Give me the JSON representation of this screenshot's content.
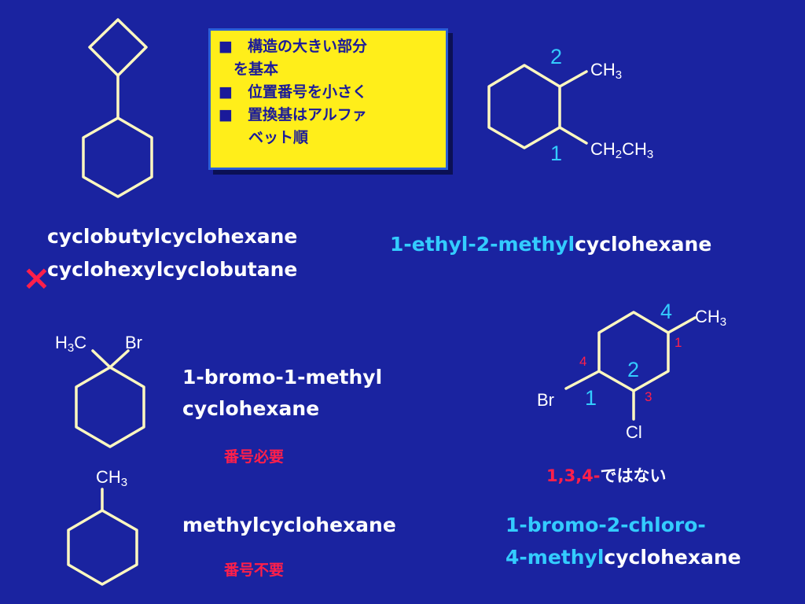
{
  "rules_box": {
    "line1": "■　構造の大きい部分",
    "line2": "　を基本",
    "line3": "■　位置番号を小さく",
    "line4": "■　置換基はアルファ",
    "line5": "　　ベット順"
  },
  "cyclobutyl": {
    "name_correct": "cyclobutylcyclohexane",
    "name_wrong": "cyclohexylcyclobutane",
    "wrong_mark": "×"
  },
  "ethylmethyl": {
    "num2": "2",
    "num1": "1",
    "ch3": "CH",
    "ch3_sub": "3",
    "ch2": "CH",
    "ch2_sub": "2",
    "ch2ch3": "CH",
    "ch2ch3_sub": "3",
    "name_colored": "1-ethyl-2-methyl",
    "name_rest": "cyclohexane"
  },
  "bromomethyl": {
    "h3c_h": "H",
    "h3c_sub": "3",
    "h3c_c": "C",
    "br": "Br",
    "name_line1": "1-bromo-1-methyl",
    "name_line2": "cyclohexane",
    "note": "番号必要"
  },
  "methylcyclohexane": {
    "ch3": "CH",
    "ch3_sub": "3",
    "name": "methylcyclohexane",
    "note": "番号不要"
  },
  "bromochloro": {
    "num4_top": "4",
    "ch3": "CH",
    "ch3_sub": "3",
    "red1": "1",
    "red4": "4",
    "num2": "2",
    "br": "Br",
    "num1": "1",
    "red3": "3",
    "cl": "Cl",
    "wrong_numbers": "1,3,4-",
    "wrong_suffix": "ではない",
    "name_line1": "1-bromo-2-chloro-",
    "name_line2_colored": "4-methyl",
    "name_line2_rest": "cyclohexane"
  },
  "colors": {
    "background": "#1a23a0",
    "bond": "#fff8c0",
    "cyan": "#33ccff",
    "red": "#ff1f4a",
    "box": "#ffee1a"
  }
}
